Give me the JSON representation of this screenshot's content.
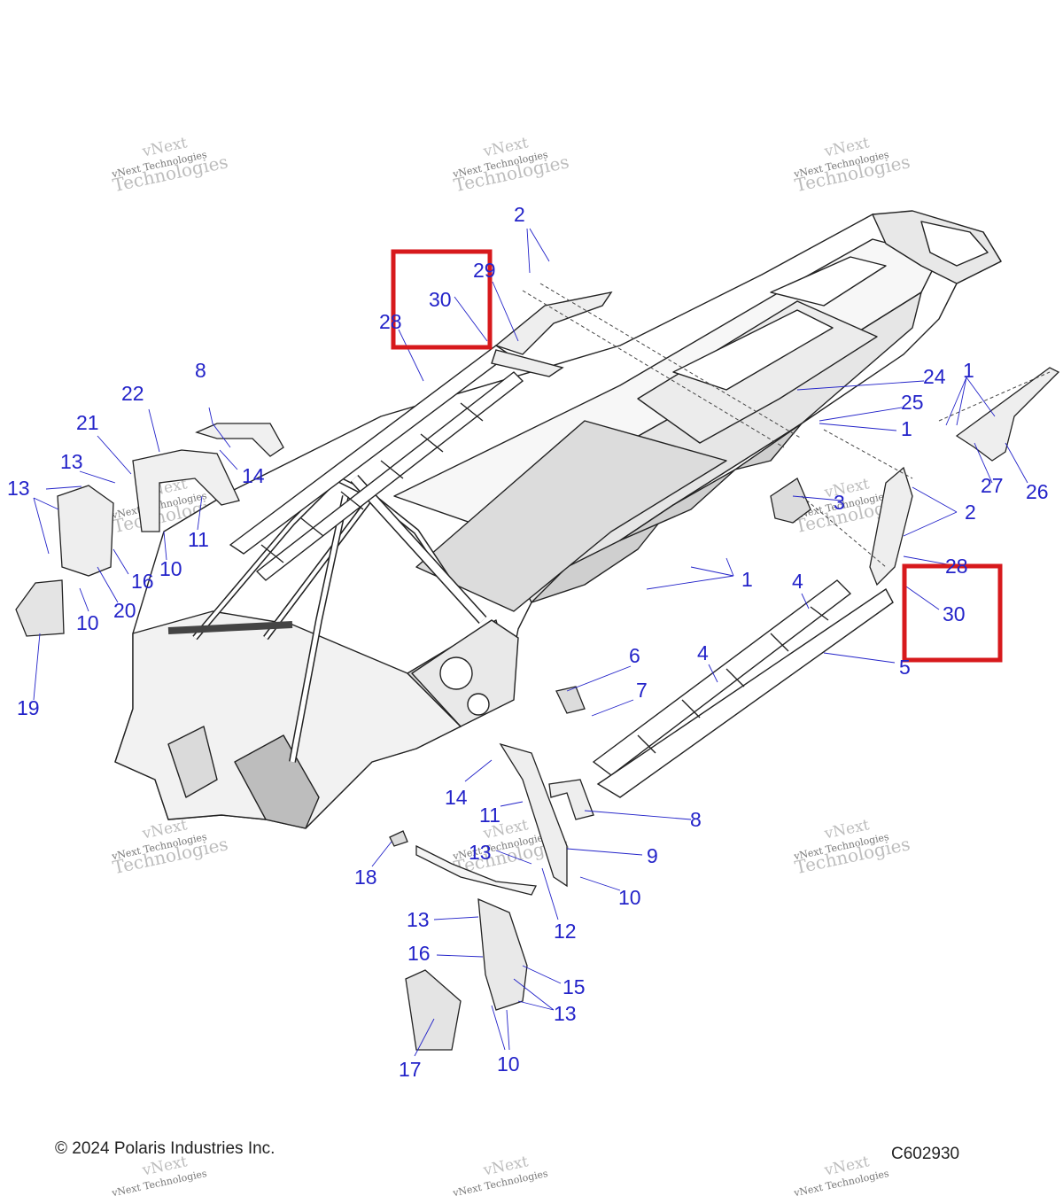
{
  "colors": {
    "callout": "#2323c9",
    "highlight": "#d7191c",
    "linework": "#222222",
    "watermark": "#bdbdbd"
  },
  "watermark": {
    "line1": "vNext",
    "line2": "vNext Technologies",
    "line3": "Technologies"
  },
  "callouts": {
    "c1a": "1",
    "c1b": "1",
    "c1c": "1",
    "c2a": "2",
    "c2b": "2",
    "c3": "3",
    "c4a": "4",
    "c4b": "4",
    "c5": "5",
    "c6": "6",
    "c7": "7",
    "c8a": "8",
    "c8b": "8",
    "c9": "9",
    "c10a": "10",
    "c10b": "10",
    "c10c": "10",
    "c10d": "10",
    "c11a": "11",
    "c11b": "11",
    "c12": "12",
    "c13a": "13",
    "c13b": "13",
    "c13c": "13",
    "c13d": "13",
    "c13e": "13",
    "c14a": "14",
    "c14b": "14",
    "c15": "15",
    "c16a": "16",
    "c16b": "16",
    "c17": "17",
    "c18": "18",
    "c19": "19",
    "c20": "20",
    "c21": "21",
    "c22": "22",
    "c24": "24",
    "c25": "25",
    "c26": "26",
    "c27": "27",
    "c28a": "28",
    "c28b": "28",
    "c29": "29",
    "c30a": "30",
    "c30b": "30"
  },
  "footer": {
    "copyright": "© 2024 Polaris Industries Inc.",
    "drawing_number": "C602930"
  }
}
